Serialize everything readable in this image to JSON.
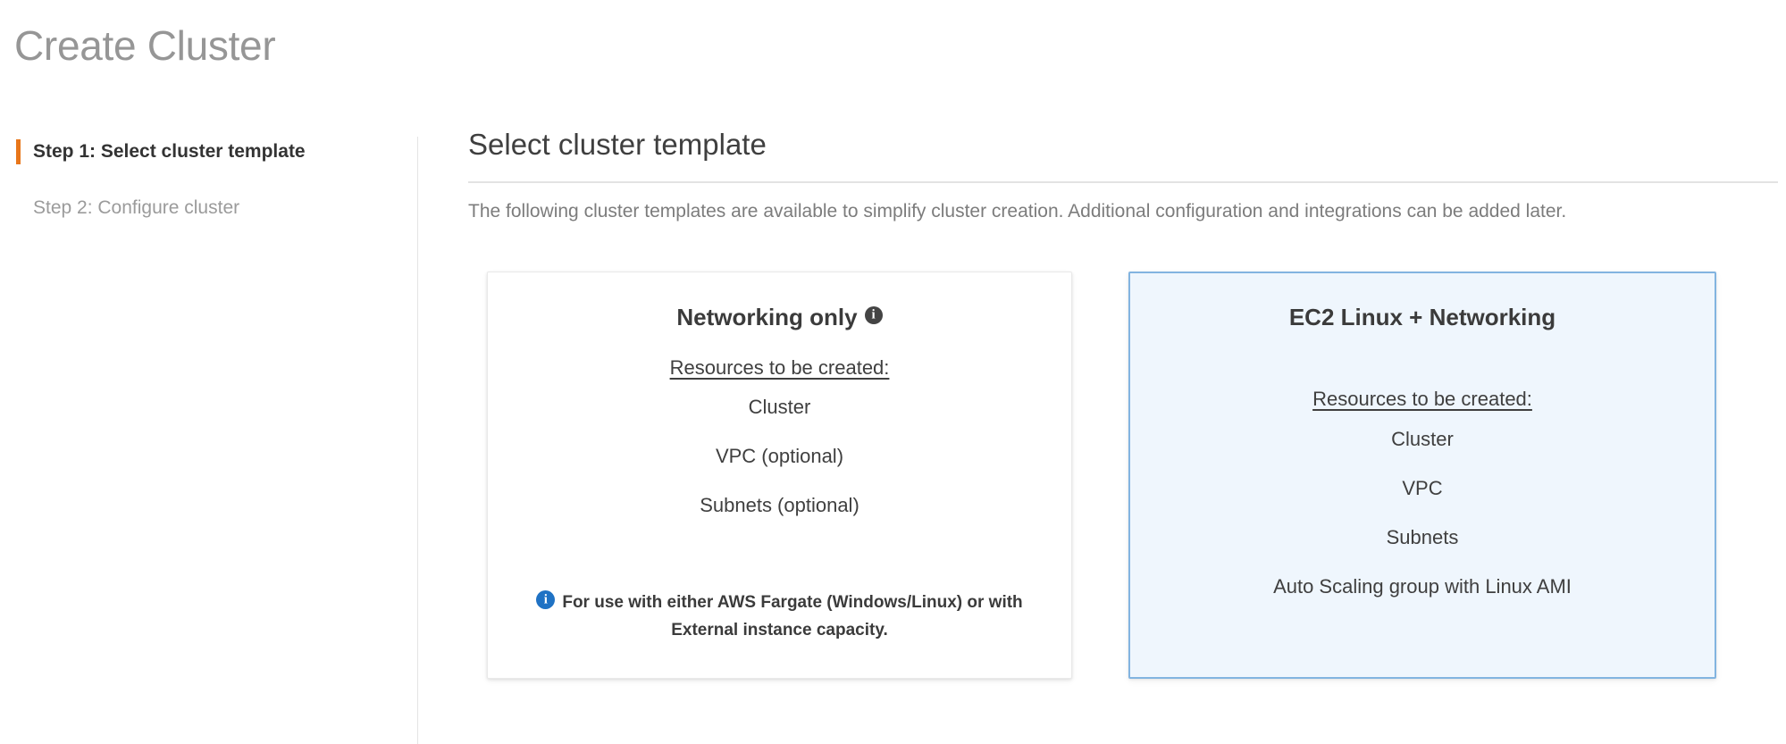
{
  "page": {
    "title": "Create Cluster"
  },
  "steps": {
    "items": [
      {
        "label": "Step 1: Select cluster template",
        "active": true
      },
      {
        "label": "Step 2: Configure cluster",
        "active": false
      }
    ]
  },
  "main": {
    "heading": "Select cluster template",
    "description": "The following cluster templates are available to simplify cluster creation. Additional configuration and integrations can be added later.",
    "resources_label": "Resources to be created:",
    "cards": [
      {
        "title": "Networking only",
        "has_title_info_icon": true,
        "selected": false,
        "resources": [
          "Cluster",
          "VPC (optional)",
          "Subnets (optional)"
        ],
        "note": "For use with either AWS Fargate (Windows/Linux) or with External instance capacity.",
        "note_icon": "info-icon"
      },
      {
        "title": "EC2 Linux + Networking",
        "has_title_info_icon": false,
        "selected": true,
        "resources": [
          "Cluster",
          "VPC",
          "Subnets",
          "Auto Scaling group with Linux AMI"
        ],
        "note": "",
        "note_icon": ""
      }
    ]
  },
  "icons": {
    "info_glyph": "i"
  },
  "colors": {
    "accent_orange": "#e8761a",
    "selected_border": "#82b4e0",
    "selected_fill": "#eff6fd",
    "info_blue": "#1f72c4",
    "title_gray": "#969696",
    "text_dark": "#3f3f3f",
    "text_muted": "#7c7c7c"
  }
}
